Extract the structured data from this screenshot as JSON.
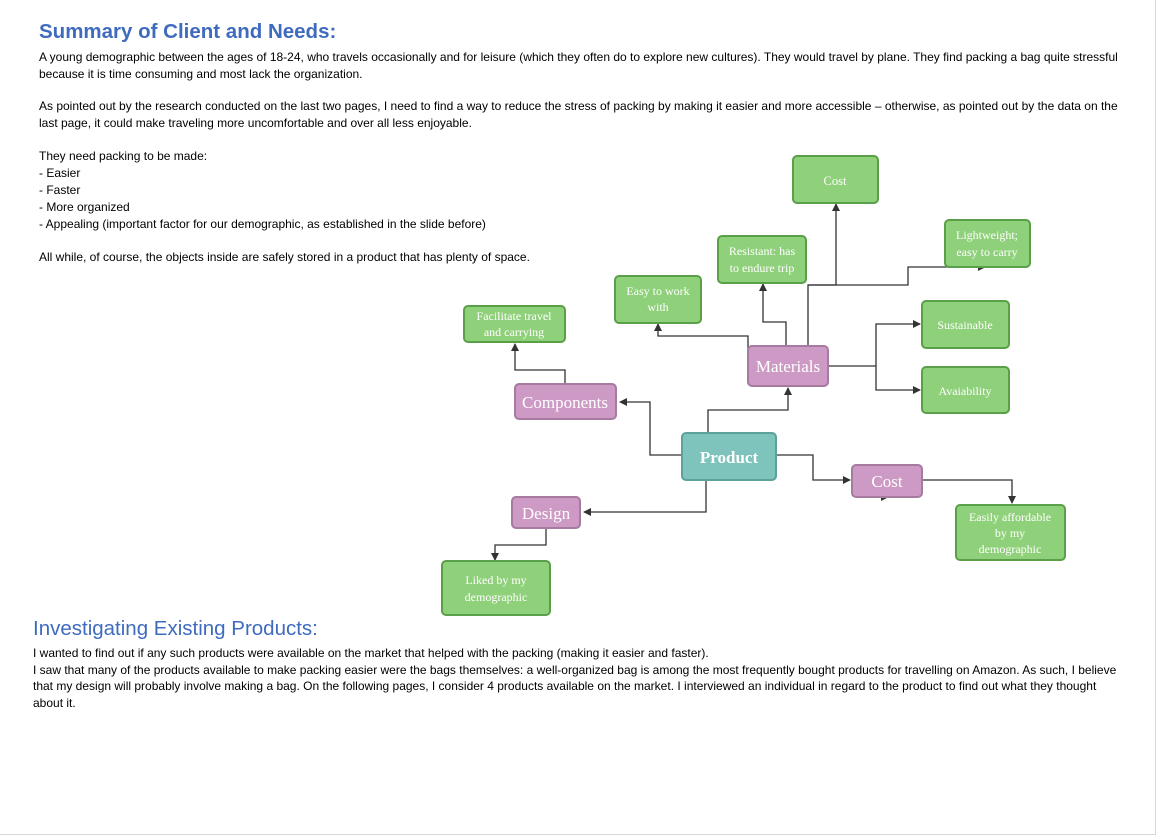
{
  "summary": {
    "heading": "Summary of Client and Needs:",
    "para1": "A young demographic between the ages of 18-24, who travels occasionally and for leisure (which they often do to explore new cultures). They would travel by plane. They find packing a bag quite stressful because it is time consuming and most lack the organization.",
    "para2": "As pointed out by the research conducted on the last two pages, I need to find a way to reduce the stress of packing by making it easier and more accessible – otherwise, as pointed out by the data on the last page, it could make traveling more uncomfortable and over all less enjoyable.",
    "needs_intro": "They need packing to be made:",
    "needs": [
      "- Easier",
      "- Faster",
      "- More organized",
      "- Appealing (important factor for our demographic, as established in the slide before)"
    ],
    "para4": "All while, of course, the objects inside are safely stored in a product that has plenty of space."
  },
  "mindmap": {
    "product": "Product",
    "materials": "Materials",
    "components": "Components",
    "design": "Design",
    "cost": "Cost",
    "cost_top": "Cost",
    "lightweight_l1": "Lightweight;",
    "lightweight_l2": "easy to carry",
    "resistant_l1": "Resistant: has",
    "resistant_l2": "to endure trip",
    "easy_work_l1": "Easy to work",
    "easy_work_l2": "with",
    "facilitate_l1": "Facilitate travel",
    "facilitate_l2": "and carrying",
    "sustainable": "Sustainable",
    "availability": "Avaiability",
    "affordable_l1": "Easily affordable",
    "affordable_l2": "by my",
    "affordable_l3": "demographic",
    "liked_l1": "Liked by my",
    "liked_l2": "demographic"
  },
  "investigating": {
    "heading": "Investigating Existing Products:",
    "para1": "I wanted to find out if any such products were available on the market that helped with the packing (making it easier and faster).",
    "para2": "I saw that many of the products available to make packing easier were the bags themselves: a well-organized bag is among the most frequently bought products for travelling on Amazon. As such, I believe that my design will probably involve making a bag. On the following pages, I consider 4 products available on the market. I interviewed an individual in regard to the product to find out what they thought about it."
  }
}
